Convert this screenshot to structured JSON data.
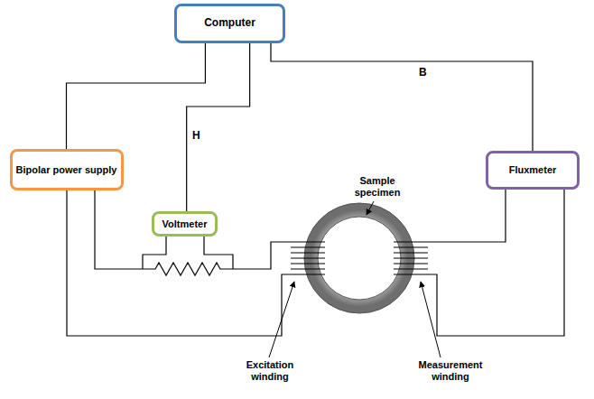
{
  "diagram": {
    "nodes": [
      {
        "text": [
          "Computer"
        ]
      },
      {
        "text": [
          "Bipolar power supply"
        ]
      },
      {
        "text": [
          "Voltmeter"
        ]
      },
      {
        "text": [
          "Fluxmeter"
        ]
      }
    ],
    "edges": [
      {
        "from": 0,
        "to": 1,
        "arrow": "none"
      },
      {
        "from": 0,
        "to": 2,
        "label": "H",
        "arrow": "none"
      },
      {
        "from": 0,
        "to": 3,
        "label": "B",
        "arrow": "none"
      }
    ],
    "labels": [
      "Sample specimen",
      "Excitation winding",
      "Measurement winding"
    ]
  }
}
